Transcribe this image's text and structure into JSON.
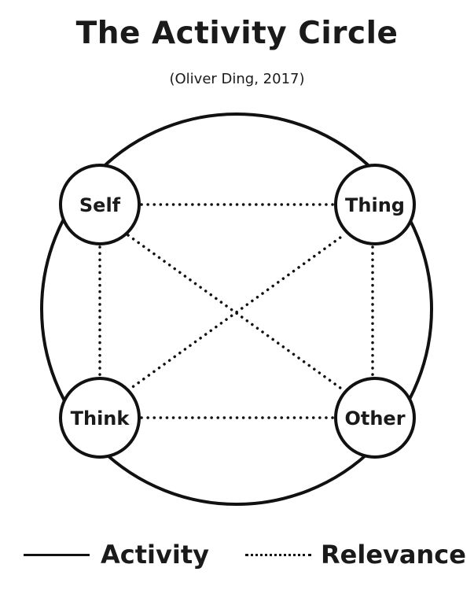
{
  "title": "The Activity Circle",
  "subtitle": "(Oliver Ding, 2017)",
  "nodes": {
    "self": "Self",
    "thing": "Thing",
    "think": "Think",
    "other": "Other"
  },
  "legend": {
    "activity": "Activity",
    "relevance": "Relevance"
  }
}
